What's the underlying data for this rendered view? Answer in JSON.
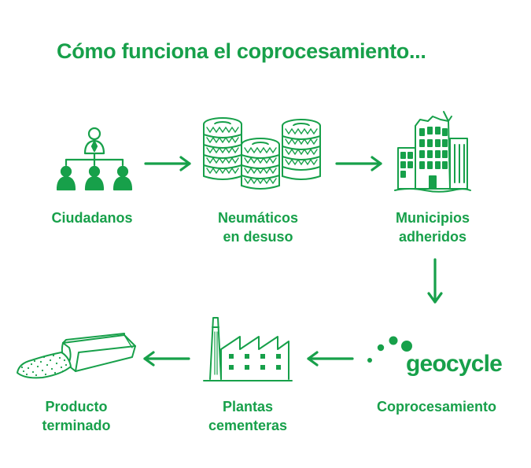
{
  "title": "Cómo funciona el coprocesamiento...",
  "colors": {
    "accent": "#17a04a",
    "background": "#ffffff"
  },
  "steps": [
    {
      "id": "ciudadanos",
      "label_lines": [
        "Ciudadanos"
      ],
      "icon": "people-hierarchy-icon"
    },
    {
      "id": "neumaticos",
      "label_lines": [
        "Neumáticos",
        "en desuso"
      ],
      "icon": "tire-stacks-icon"
    },
    {
      "id": "municipios",
      "label_lines": [
        "Municipios",
        "adheridos"
      ],
      "icon": "buildings-icon"
    },
    {
      "id": "coprocesamiento",
      "label_lines": [
        "Coprocesamiento"
      ],
      "icon": "geocycle-logo",
      "logo_text": "geocycle"
    },
    {
      "id": "plantas",
      "label_lines": [
        "Plantas",
        "cementeras"
      ],
      "icon": "cement-plant-icon"
    },
    {
      "id": "producto",
      "label_lines": [
        "Producto",
        "terminado"
      ],
      "icon": "cement-bag-icon"
    }
  ]
}
